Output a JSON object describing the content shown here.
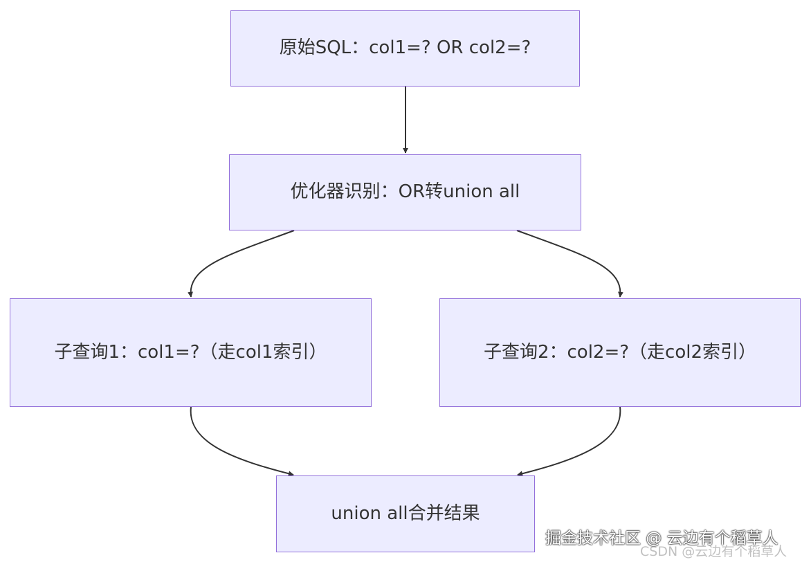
{
  "nodes": {
    "original_sql": "原始SQL：col1=? OR col2=?",
    "optimizer": "优化器识别：OR转union all",
    "subquery_1": "子查询1：col1=?（走col1索引）",
    "subquery_2": "子查询2：col2=?（走col2索引）",
    "result": "union all合并结果"
  },
  "edges": [
    {
      "from": "original_sql",
      "to": "optimizer"
    },
    {
      "from": "optimizer",
      "to": "subquery_1"
    },
    {
      "from": "optimizer",
      "to": "subquery_2"
    },
    {
      "from": "subquery_1",
      "to": "result"
    },
    {
      "from": "subquery_2",
      "to": "result"
    }
  ],
  "watermark": {
    "main": "掘金技术社区 @ 云边有个稻草人",
    "sub": "CSDN @云边有个稻草人"
  },
  "colors": {
    "node_fill": "#ECECFF",
    "node_border": "#9370DB",
    "edge": "#333333",
    "text": "#333333"
  }
}
